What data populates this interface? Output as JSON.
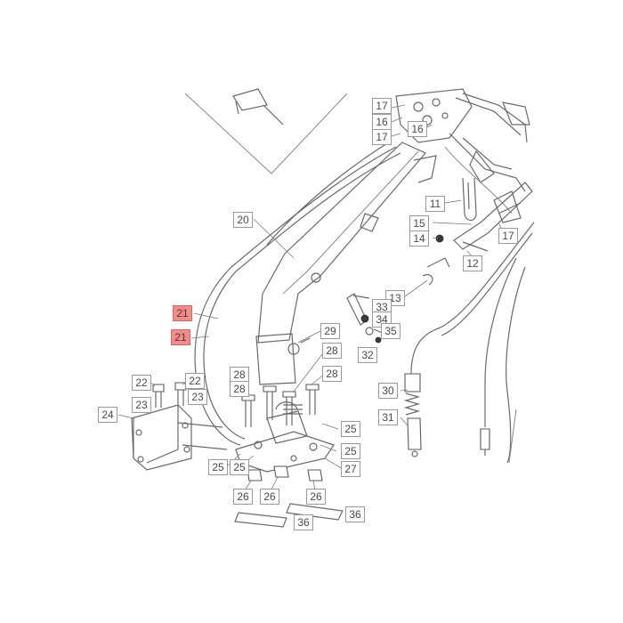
{
  "callouts": [
    {
      "id": "c17a",
      "text": "17",
      "highlight": false
    },
    {
      "id": "c16a",
      "text": "16",
      "highlight": false
    },
    {
      "id": "c16b",
      "text": "16",
      "highlight": false
    },
    {
      "id": "c17b",
      "text": "17",
      "highlight": false
    },
    {
      "id": "c11",
      "text": "11",
      "highlight": false
    },
    {
      "id": "c20",
      "text": "20",
      "highlight": false
    },
    {
      "id": "c15",
      "text": "15",
      "highlight": false
    },
    {
      "id": "c14",
      "text": "14",
      "highlight": false
    },
    {
      "id": "c17c",
      "text": "17",
      "highlight": false
    },
    {
      "id": "c12",
      "text": "12",
      "highlight": false
    },
    {
      "id": "c13",
      "text": "13",
      "highlight": false
    },
    {
      "id": "c33",
      "text": "33",
      "highlight": false
    },
    {
      "id": "c34",
      "text": "34",
      "highlight": false
    },
    {
      "id": "c35",
      "text": "35",
      "highlight": false
    },
    {
      "id": "c32",
      "text": "32",
      "highlight": false
    },
    {
      "id": "c21a",
      "text": "21",
      "highlight": true
    },
    {
      "id": "c21b",
      "text": "21",
      "highlight": true
    },
    {
      "id": "c29",
      "text": "29",
      "highlight": false
    },
    {
      "id": "c28a",
      "text": "28",
      "highlight": false
    },
    {
      "id": "c28b",
      "text": "28",
      "highlight": false
    },
    {
      "id": "c28c",
      "text": "28",
      "highlight": false
    },
    {
      "id": "c28d",
      "text": "28",
      "highlight": false
    },
    {
      "id": "c22a",
      "text": "22",
      "highlight": false
    },
    {
      "id": "c22b",
      "text": "22",
      "highlight": false
    },
    {
      "id": "c23a",
      "text": "23",
      "highlight": false
    },
    {
      "id": "c23b",
      "text": "23",
      "highlight": false
    },
    {
      "id": "c24",
      "text": "24",
      "highlight": false
    },
    {
      "id": "c30",
      "text": "30",
      "highlight": false
    },
    {
      "id": "c31",
      "text": "31",
      "highlight": false
    },
    {
      "id": "c25a",
      "text": "25",
      "highlight": false
    },
    {
      "id": "c25b",
      "text": "25",
      "highlight": false
    },
    {
      "id": "c25c",
      "text": "25",
      "highlight": false
    },
    {
      "id": "c25d",
      "text": "25",
      "highlight": false
    },
    {
      "id": "c27",
      "text": "27",
      "highlight": false
    },
    {
      "id": "c26a",
      "text": "26",
      "highlight": false
    },
    {
      "id": "c26b",
      "text": "26",
      "highlight": false
    },
    {
      "id": "c26c",
      "text": "26",
      "highlight": false
    },
    {
      "id": "c36a",
      "text": "36",
      "highlight": false
    },
    {
      "id": "c36b",
      "text": "36",
      "highlight": false
    }
  ],
  "colors": {
    "highlight": "#ef8d8d",
    "line": "#6a6a6a",
    "label_border": "#9a9a9a"
  }
}
